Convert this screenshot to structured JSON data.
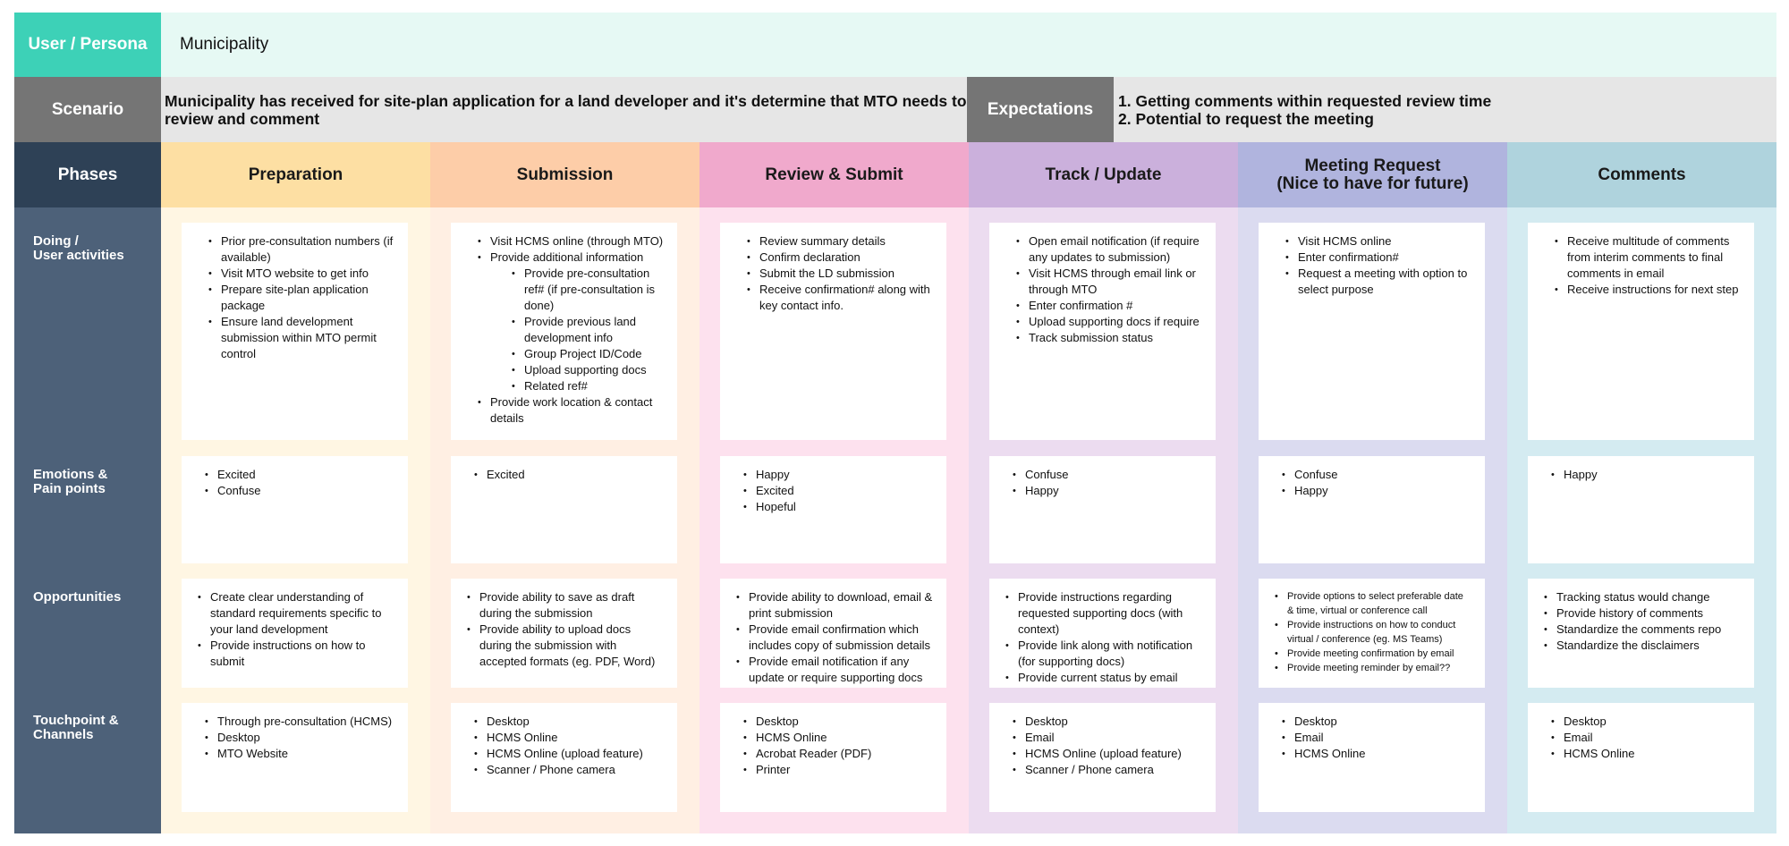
{
  "persona": {
    "label": "User / Persona",
    "value": "Municipality"
  },
  "scenario": {
    "label": "Scenario",
    "text": "Municipality has received for site-plan application for a land developer and it's determine that MTO needs to review and comment"
  },
  "expectations": {
    "label": "Expectations",
    "lines": [
      "1. Getting comments within requested review time",
      "2. Potential to request the meeting"
    ]
  },
  "phases_label": "Phases",
  "row_labels": {
    "doing": "Doing /\nUser activities",
    "emotions": "Emotions &\nPain points",
    "opportunities": "Opportunities",
    "touchpoints": "Touchpoint &\nChannels"
  },
  "colors": {
    "persona_label": "#3dd1b7",
    "persona_bg": "#e6f9f4",
    "scenario_label": "#757575",
    "phases_label": "#2e4156",
    "side_panel": "#4d6179"
  },
  "phases": [
    {
      "title": "Preparation",
      "head_color": "#fddfa3",
      "bg_color": "#fff6e3",
      "doing": {
        "items": [
          "Prior pre-consultation numbers (if available)",
          "Visit MTO website to get info",
          "Prepare site-plan application package",
          "Ensure land development submission within MTO permit control"
        ]
      },
      "emotions": [
        "Excited",
        "Confuse"
      ],
      "opportunities": [
        "Create clear understanding of standard requirements specific to your land development",
        "Provide instructions on how to submit"
      ],
      "touchpoints": [
        "Through pre-consultation (HCMS)",
        "Desktop",
        "MTO Website"
      ]
    },
    {
      "title": "Submission",
      "head_color": "#fdcda8",
      "bg_color": "#ffefe3",
      "doing": {
        "items": [
          "Visit HCMS online (through MTO)",
          "Provide additional information"
        ],
        "sub_items": [
          "Provide pre-consultation ref# (if pre-consultation is done)",
          "Provide previous land development info",
          "Group Project ID/Code",
          "Upload supporting docs",
          "Related ref#"
        ],
        "after_items": [
          "Provide work location & contact details"
        ]
      },
      "emotions": [
        "Excited"
      ],
      "opportunities": [
        "Provide ability to save as draft during the submission",
        "Provide ability to upload docs during the submission with accepted formats (eg. PDF, Word)"
      ],
      "touchpoints": [
        "Desktop",
        "HCMS Online",
        "HCMS Online (upload feature)",
        "Scanner / Phone camera"
      ]
    },
    {
      "title": "Review & Submit",
      "head_color": "#f0a9cc",
      "bg_color": "#fde1ee",
      "doing": {
        "items": [
          "Review summary details",
          "Confirm declaration",
          "Submit the LD submission",
          "Receive confirmation# along with key contact info."
        ]
      },
      "emotions": [
        "Happy",
        "Excited",
        "Hopeful"
      ],
      "opportunities": [
        "Provide ability to download, email & print submission",
        "Provide email confirmation which includes copy of submission details",
        "Provide email notification if any update or require supporting docs"
      ],
      "touchpoints": [
        "Desktop",
        "HCMS Online",
        "Acrobat Reader (PDF)",
        "Printer"
      ]
    },
    {
      "title": "Track / Update",
      "head_color": "#cbb0dc",
      "bg_color": "#ecdcf0",
      "doing": {
        "items": [
          "Open email notification (if require any updates to submission)",
          "Visit HCMS through email link or through MTO",
          "Enter confirmation #",
          "Upload supporting docs if require",
          "Track submission status"
        ]
      },
      "emotions": [
        "Confuse",
        "Happy"
      ],
      "opportunities": [
        "Provide instructions regarding requested supporting docs (with context)",
        "Provide link along with notification (for supporting docs)",
        "Provide current status by email"
      ],
      "touchpoints": [
        "Desktop",
        "Email",
        "HCMS Online (upload feature)",
        "Scanner / Phone camera"
      ]
    },
    {
      "title": "Meeting Request\n(Nice to have for future)",
      "head_color": "#b0b4de",
      "bg_color": "#dbdbf0",
      "doing": {
        "items": [
          "Visit HCMS online",
          "Enter confirmation#",
          "Request a meeting with option to select purpose"
        ]
      },
      "emotions": [
        "Confuse",
        "Happy"
      ],
      "opportunities": [
        "Provide options to select preferable date & time, virtual or conference call",
        "Provide instructions on how to conduct virtual / conference (eg. MS Teams)",
        "Provide meeting confirmation by email",
        "Provide meeting reminder by email??"
      ],
      "touchpoints": [
        "Desktop",
        "Email",
        "HCMS Online"
      ]
    },
    {
      "title": "Comments",
      "head_color": "#afd3dd",
      "bg_color": "#d4ebf1",
      "doing": {
        "items": [
          "Receive multitude of comments from interim comments to final comments in email",
          "Receive instructions for next step"
        ]
      },
      "emotions": [
        "Happy"
      ],
      "opportunities": [
        "Tracking status would change",
        "Provide history of comments",
        "Standardize the comments repo",
        "Standardize the disclaimers"
      ],
      "touchpoints": [
        "Desktop",
        "Email",
        "HCMS Online"
      ]
    }
  ]
}
